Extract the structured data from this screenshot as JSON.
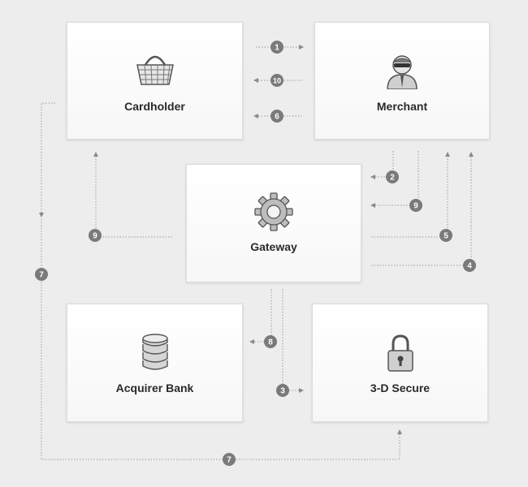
{
  "nodes": {
    "cardholder": {
      "label": "Cardholder",
      "icon": "shopping-basket-icon"
    },
    "merchant": {
      "label": "Merchant",
      "icon": "merchant-person-icon"
    },
    "gateway": {
      "label": "Gateway",
      "icon": "gear-icon"
    },
    "acquirer": {
      "label": "Acquirer Bank",
      "icon": "database-stack-icon"
    },
    "secure": {
      "label": "3-D Secure",
      "icon": "padlock-icon"
    }
  },
  "steps": {
    "s1": "1",
    "s10": "10",
    "s6": "6",
    "s2": "2",
    "s9a": "9",
    "s9b": "9",
    "s5": "5",
    "s4": "4",
    "s7a": "7",
    "s7b": "7",
    "s8": "8",
    "s3": "3"
  },
  "colors": {
    "background": "#ededed",
    "box": "#ffffff",
    "badge": "#7a7a7a",
    "connector": "#9a9a9a"
  }
}
